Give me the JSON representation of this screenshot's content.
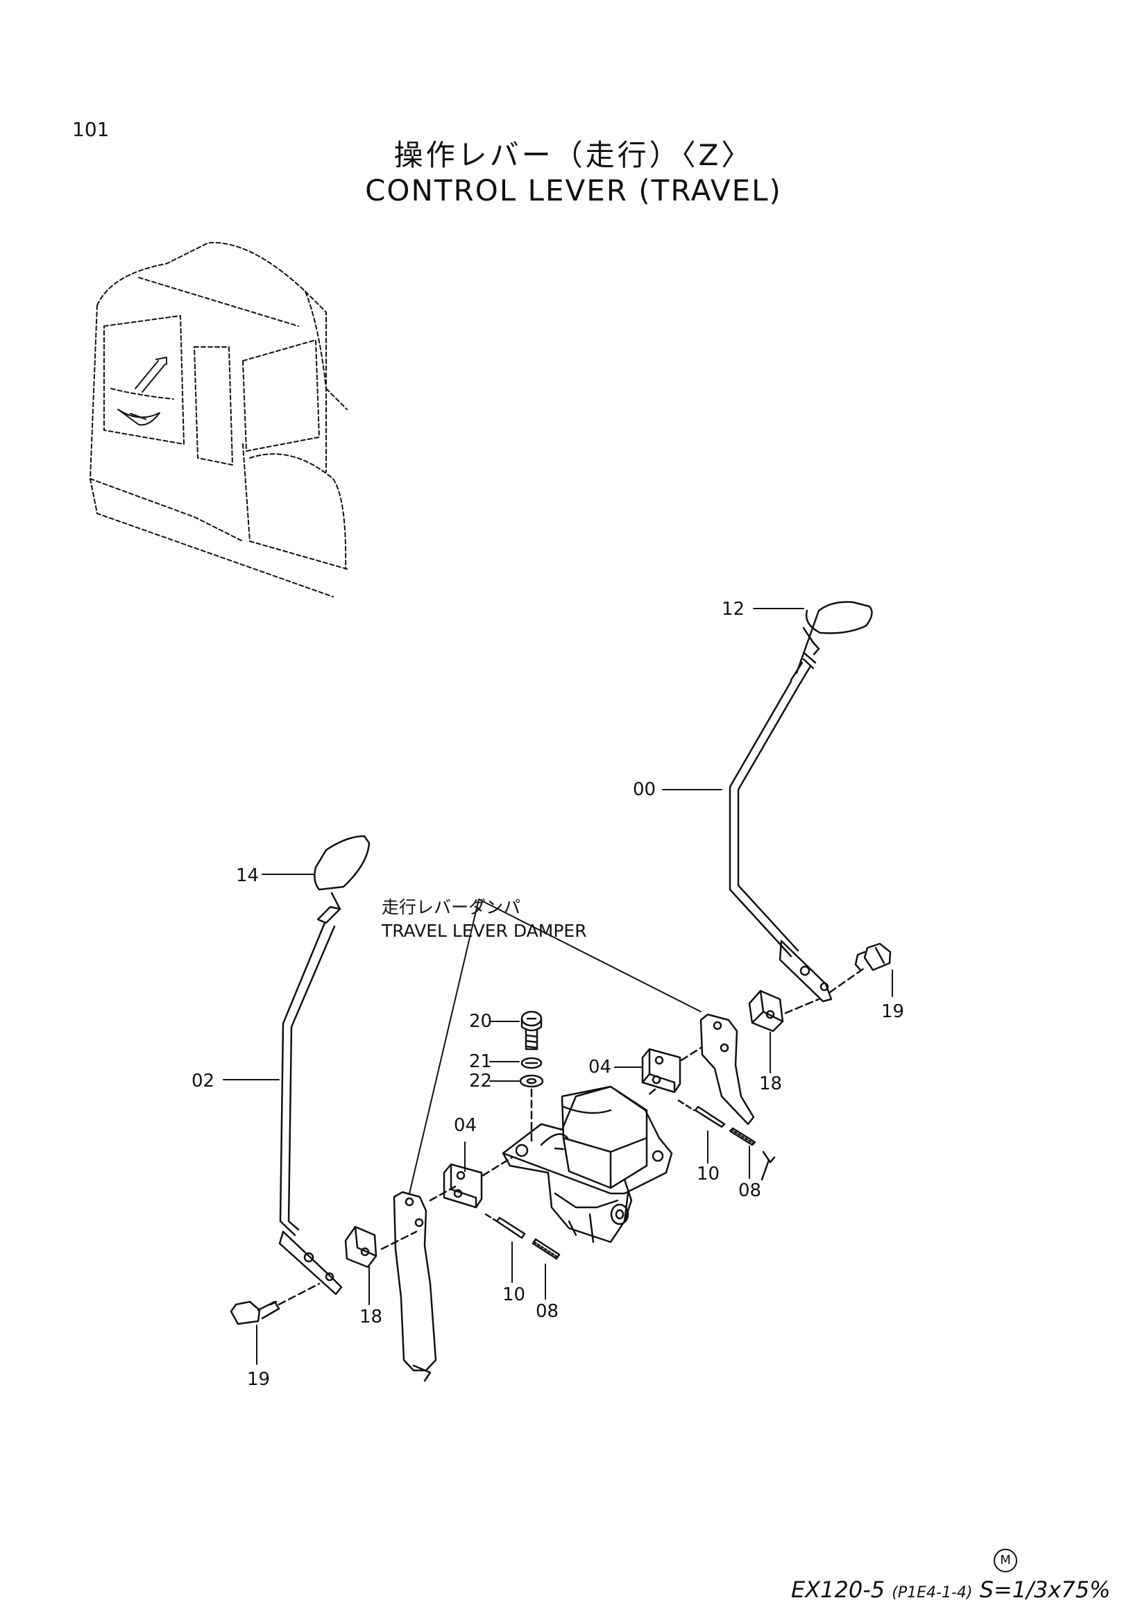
{
  "page_number": "101",
  "title_jp": "操作レバー（走行）〈Z〉",
  "title_en": "CONTROL LEVER (TRAVEL)",
  "callout_jp": "走行レバーダンパ",
  "callout_en": "TRAVEL LEVER DAMPER",
  "parts": {
    "p12": "12",
    "p00": "00",
    "p14": "14",
    "p02": "02",
    "p19a": "19",
    "p19b": "19",
    "p18a": "18",
    "p18b": "18",
    "p20": "20",
    "p21": "21",
    "p22": "22",
    "p04a": "04",
    "p04b": "04",
    "p10a": "10",
    "p10b": "10",
    "p08a": "08",
    "p08b": "08"
  },
  "footer": {
    "model": "EX120-5",
    "code": "(P1E4-1-4)",
    "scale": "S=1/3x75%",
    "mark": "M"
  }
}
